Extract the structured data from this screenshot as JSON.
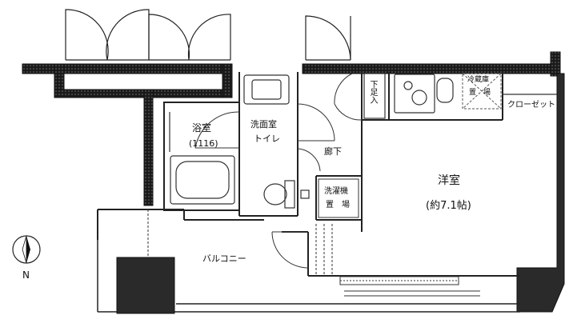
{
  "rooms": {
    "bath": {
      "name": "浴室",
      "size": "(1116)"
    },
    "washroom": {
      "name": "洗面室",
      "sub": "トイレ"
    },
    "corridor": {
      "name": "廊下"
    },
    "shoe": {
      "name": "下足入"
    },
    "fridge": {
      "name": "冷蔵庫",
      "sub": "置　場"
    },
    "closet": {
      "name": "クローゼット"
    },
    "western": {
      "name": "洋室",
      "size": "(約7.1帖)"
    },
    "washer": {
      "name": "洗濯機",
      "sub": "置　場"
    },
    "balcony": {
      "name": "バルコニー"
    }
  },
  "compass": {
    "label": "N"
  },
  "colors": {
    "wall": "#1a1a1a",
    "line": "#222222",
    "wall_texture": "#555555"
  }
}
